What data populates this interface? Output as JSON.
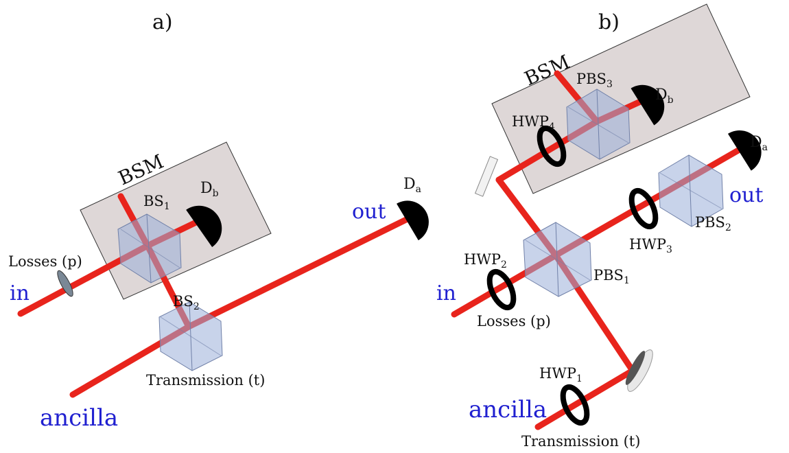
{
  "panels": {
    "a": {
      "caption": "a)",
      "bsm": "BSM",
      "bs1": {
        "base": "BS",
        "sub": "1"
      },
      "bs2": {
        "base": "BS",
        "sub": "2"
      },
      "db": {
        "base": "D",
        "sub": "b"
      },
      "da": {
        "base": "D",
        "sub": "a"
      },
      "losses": "Losses (p)",
      "transmission": "Transmission (t)",
      "in": "in",
      "out": "out",
      "ancilla": "ancilla"
    },
    "b": {
      "caption": "b)",
      "bsm": "BSM",
      "pbs1": {
        "base": "PBS",
        "sub": "1"
      },
      "pbs2": {
        "base": "PBS",
        "sub": "2"
      },
      "pbs3": {
        "base": "PBS",
        "sub": "3"
      },
      "hwp1": {
        "base": "HWP",
        "sub": "1"
      },
      "hwp2": {
        "base": "HWP",
        "sub": "2"
      },
      "hwp3": {
        "base": "HWP",
        "sub": "3"
      },
      "hwp4": {
        "base": "HWP",
        "sub": "4"
      },
      "db": {
        "base": "D",
        "sub": "b"
      },
      "da": {
        "base": "D",
        "sub": "a"
      },
      "losses": "Losses (p)",
      "transmission": "Transmission (t)",
      "in": "in",
      "out": "out",
      "ancilla": "ancilla"
    }
  },
  "colors": {
    "beam": "#e8241c",
    "box_fill": "#d8d0d0",
    "cube": "#9aaed8",
    "detector": "#000000",
    "port_label": "#2020d0",
    "text": "#111111"
  }
}
